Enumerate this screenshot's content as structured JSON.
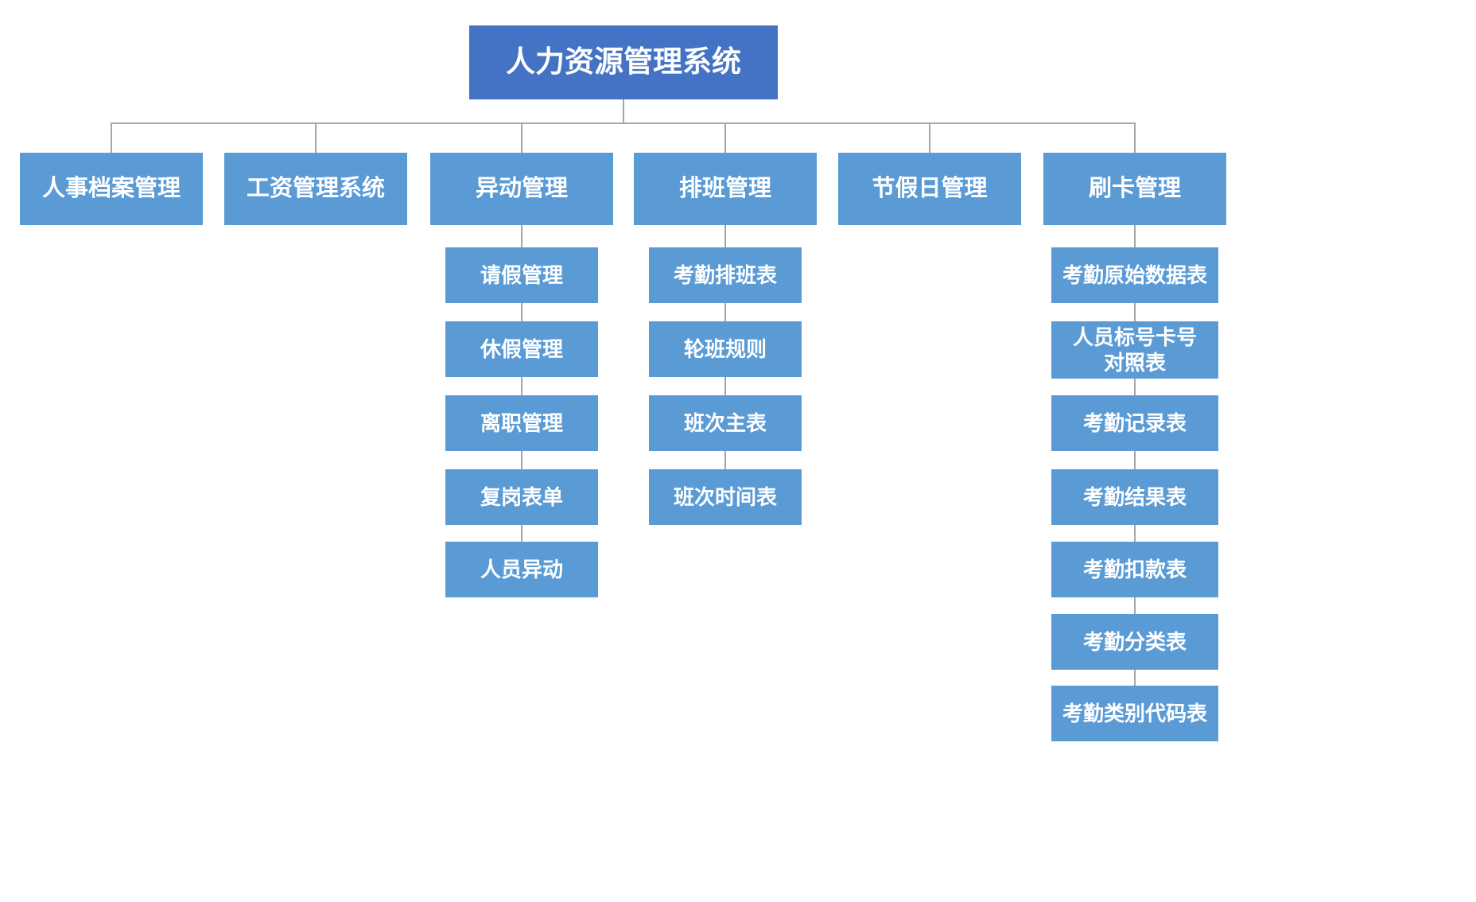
{
  "diagram": {
    "title": "人力资源管理系统",
    "colors": {
      "root_fill": "#4472C4",
      "node_fill": "#5B9BD5",
      "text": "#FFFFFF",
      "connector": "#A6A6A6",
      "background": "#FFFFFF"
    },
    "root": {
      "label": "人力资源管理系统"
    },
    "branches": [
      {
        "label": "人事档案管理",
        "children": []
      },
      {
        "label": "工资管理系统",
        "children": []
      },
      {
        "label": "异动管理",
        "children": [
          {
            "label": "请假管理"
          },
          {
            "label": "休假管理"
          },
          {
            "label": "离职管理"
          },
          {
            "label": "复岗表单"
          },
          {
            "label": "人员异动"
          }
        ]
      },
      {
        "label": "排班管理",
        "children": [
          {
            "label": "考勤排班表"
          },
          {
            "label": "轮班规则"
          },
          {
            "label": "班次主表"
          },
          {
            "label": "班次时间表"
          }
        ]
      },
      {
        "label": "节假日管理",
        "children": []
      },
      {
        "label": "刷卡管理",
        "children": [
          {
            "label": "考勤原始数据表"
          },
          {
            "label": "人员标号卡号\n对照表"
          },
          {
            "label": "考勤记录表"
          },
          {
            "label": "考勤结果表"
          },
          {
            "label": "考勤扣款表"
          },
          {
            "label": "考勤分类表"
          },
          {
            "label": "考勤类别代码表"
          }
        ]
      }
    ]
  }
}
